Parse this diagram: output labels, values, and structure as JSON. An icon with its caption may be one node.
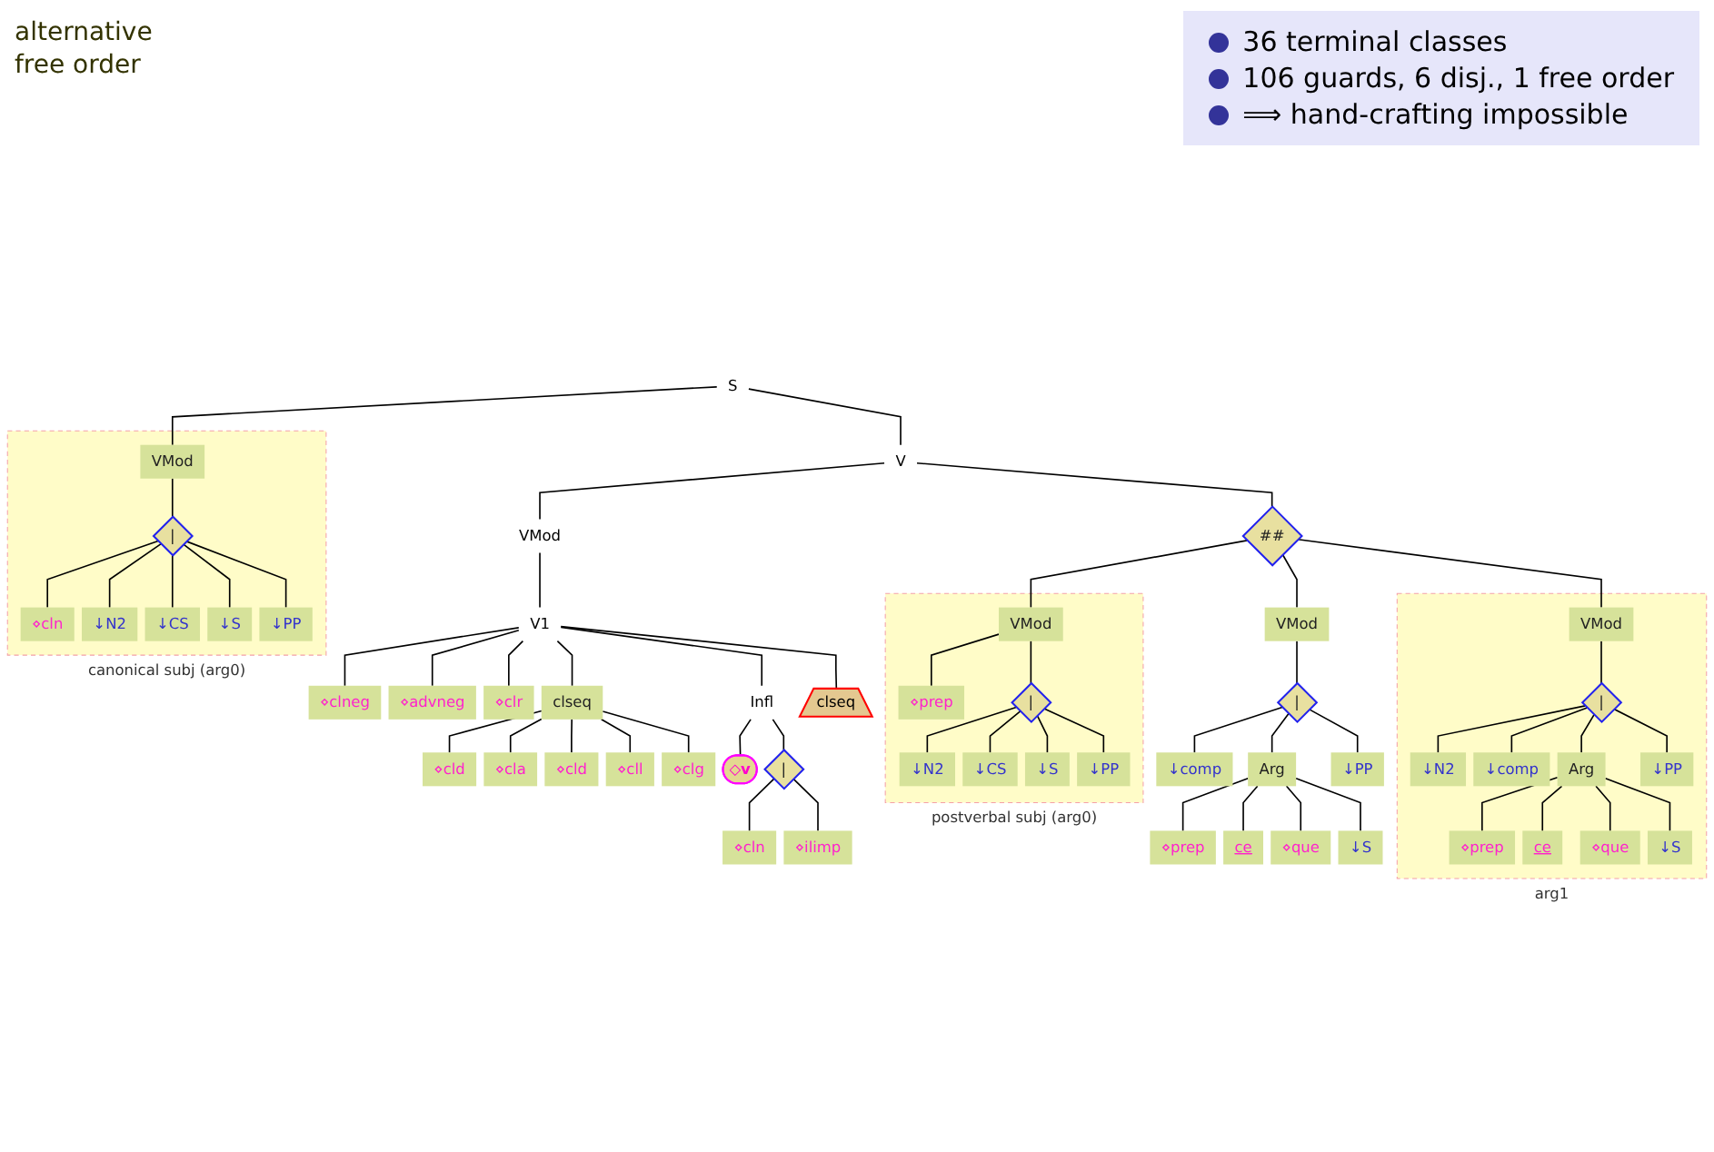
{
  "diagram": {
    "nodes": [
      {
        "text": [
          "S"
        ]
      },
      {
        "text": [
          "V"
        ]
      },
      {
        "text": [
          "canonical subj (arg0)"
        ]
      },
      {
        "text": [
          "VMod"
        ],
        "in": 2
      },
      {
        "text": [
          "|"
        ],
        "in": 2
      },
      {
        "text": [
          "⋄cln"
        ],
        "in": 2
      },
      {
        "text": [
          "↓N2"
        ],
        "in": 2
      },
      {
        "text": [
          "↓CS"
        ],
        "in": 2
      },
      {
        "text": [
          "↓S"
        ],
        "in": 2
      },
      {
        "text": [
          "↓PP"
        ],
        "in": 2
      },
      {
        "text": [
          "VMod"
        ]
      },
      {
        "text": [
          "##"
        ]
      },
      {
        "text": [
          "postverbal subj (arg0)"
        ]
      },
      {
        "text": [
          "VMod"
        ],
        "in": 12
      },
      {
        "text": [
          "⋄prep"
        ],
        "in": 12
      },
      {
        "text": [
          "|"
        ],
        "in": 12
      },
      {
        "text": [
          "↓N2"
        ],
        "in": 12
      },
      {
        "text": [
          "↓CS"
        ],
        "in": 12
      },
      {
        "text": [
          "↓S"
        ],
        "in": 12
      },
      {
        "text": [
          "↓PP"
        ],
        "in": 12
      },
      {
        "text": [
          "VMod"
        ]
      },
      {
        "text": [
          "arg1"
        ]
      },
      {
        "text": [
          "VMod"
        ],
        "in": 21
      },
      {
        "text": [
          "|"
        ],
        "in": 21
      },
      {
        "text": [
          "↓N2"
        ],
        "in": 21
      },
      {
        "text": [
          "↓comp"
        ],
        "in": 21
      },
      {
        "text": [
          "Arg"
        ],
        "in": 21
      },
      {
        "text": [
          "↓PP"
        ],
        "in": 21
      },
      {
        "text": [
          "⋄prep"
        ],
        "in": 21
      },
      {
        "text": [
          "ce"
        ],
        "in": 21
      },
      {
        "text": [
          "⋄que"
        ],
        "in": 21
      },
      {
        "text": [
          "↓S"
        ],
        "in": 21
      },
      {
        "text": [
          "V1"
        ]
      },
      {
        "text": [
          "⋄clneg"
        ]
      },
      {
        "text": [
          "⋄advneg"
        ]
      },
      {
        "text": [
          "⋄clr"
        ]
      },
      {
        "text": [
          "clseq"
        ]
      },
      {
        "text": [
          "Infl"
        ]
      },
      {
        "text": [
          "clseq"
        ]
      },
      {
        "text": [
          "⋄cld"
        ]
      },
      {
        "text": [
          "⋄cla"
        ]
      },
      {
        "text": [
          "⋄cld"
        ]
      },
      {
        "text": [
          "⋄cll"
        ]
      },
      {
        "text": [
          "⋄clg"
        ]
      },
      {
        "text": [
          "◇v"
        ]
      },
      {
        "text": [
          "|"
        ]
      },
      {
        "text": [
          "⋄cln"
        ]
      },
      {
        "text": [
          "⋄ilimp"
        ]
      },
      {
        "text": [
          "|"
        ]
      },
      {
        "text": [
          "↓comp"
        ]
      },
      {
        "text": [
          "Arg"
        ]
      },
      {
        "text": [
          "↓PP"
        ]
      },
      {
        "text": [
          "⋄prep"
        ]
      },
      {
        "text": [
          "ce"
        ]
      },
      {
        "text": [
          "⋄que"
        ]
      },
      {
        "text": [
          "↓S"
        ]
      }
    ],
    "edges": [
      {
        "from": 0,
        "to": 3,
        "arrow": "none"
      },
      {
        "from": 0,
        "to": 1,
        "arrow": "none"
      },
      {
        "from": 3,
        "to": 4,
        "arrow": "none"
      },
      {
        "from": 4,
        "to": 5,
        "arrow": "none"
      },
      {
        "from": 4,
        "to": 6,
        "arrow": "none"
      },
      {
        "from": 4,
        "to": 7,
        "arrow": "none"
      },
      {
        "from": 4,
        "to": 8,
        "arrow": "none"
      },
      {
        "from": 4,
        "to": 9,
        "arrow": "none"
      },
      {
        "from": 1,
        "to": 10,
        "arrow": "none"
      },
      {
        "from": 1,
        "to": 11,
        "arrow": "none"
      },
      {
        "from": 11,
        "to": 13,
        "arrow": "none"
      },
      {
        "from": 11,
        "to": 20,
        "arrow": "none"
      },
      {
        "from": 11,
        "to": 22,
        "arrow": "none"
      },
      {
        "from": 13,
        "to": 14,
        "arrow": "none"
      },
      {
        "from": 13,
        "to": 15,
        "arrow": "none"
      },
      {
        "from": 15,
        "to": 16,
        "arrow": "none"
      },
      {
        "from": 15,
        "to": 17,
        "arrow": "none"
      },
      {
        "from": 15,
        "to": 18,
        "arrow": "none"
      },
      {
        "from": 15,
        "to": 19,
        "arrow": "none"
      },
      {
        "from": 22,
        "to": 23,
        "arrow": "none"
      },
      {
        "from": 23,
        "to": 24,
        "arrow": "none"
      },
      {
        "from": 23,
        "to": 25,
        "arrow": "none"
      },
      {
        "from": 23,
        "to": 26,
        "arrow": "none"
      },
      {
        "from": 23,
        "to": 27,
        "arrow": "none"
      },
      {
        "from": 26,
        "to": 28,
        "arrow": "none"
      },
      {
        "from": 26,
        "to": 29,
        "arrow": "none"
      },
      {
        "from": 26,
        "to": 30,
        "arrow": "none"
      },
      {
        "from": 26,
        "to": 31,
        "arrow": "none"
      },
      {
        "from": 10,
        "to": 32,
        "arrow": "none"
      },
      {
        "from": 32,
        "to": 33,
        "arrow": "none"
      },
      {
        "from": 32,
        "to": 34,
        "arrow": "none"
      },
      {
        "from": 32,
        "to": 35,
        "arrow": "none"
      },
      {
        "from": 32,
        "to": 36,
        "arrow": "none"
      },
      {
        "from": 32,
        "to": 37,
        "arrow": "none"
      },
      {
        "from": 32,
        "to": 38,
        "arrow": "none"
      },
      {
        "from": 36,
        "to": 39,
        "arrow": "none"
      },
      {
        "from": 36,
        "to": 40,
        "arrow": "none"
      },
      {
        "from": 36,
        "to": 41,
        "arrow": "none"
      },
      {
        "from": 36,
        "to": 42,
        "arrow": "none"
      },
      {
        "from": 36,
        "to": 43,
        "arrow": "none"
      },
      {
        "from": 37,
        "to": 44,
        "arrow": "none"
      },
      {
        "from": 37,
        "to": 45,
        "arrow": "none"
      },
      {
        "from": 45,
        "to": 46,
        "arrow": "none"
      },
      {
        "from": 45,
        "to": 47,
        "arrow": "none"
      },
      {
        "from": 20,
        "to": 48,
        "arrow": "none"
      },
      {
        "from": 48,
        "to": 49,
        "arrow": "none"
      },
      {
        "from": 48,
        "to": 50,
        "arrow": "none"
      },
      {
        "from": 48,
        "to": 51,
        "arrow": "none"
      },
      {
        "from": 50,
        "to": 52,
        "arrow": "none"
      },
      {
        "from": 50,
        "to": 53,
        "arrow": "none"
      },
      {
        "from": 50,
        "to": 54,
        "arrow": "none"
      },
      {
        "from": 50,
        "to": 55,
        "arrow": "none"
      }
    ],
    "labels": [
      "36 terminal classes",
      "106 guards, 6 disj., 1 free order",
      "⟹ hand-crafting impossible",
      "alternative",
      "free order"
    ]
  }
}
